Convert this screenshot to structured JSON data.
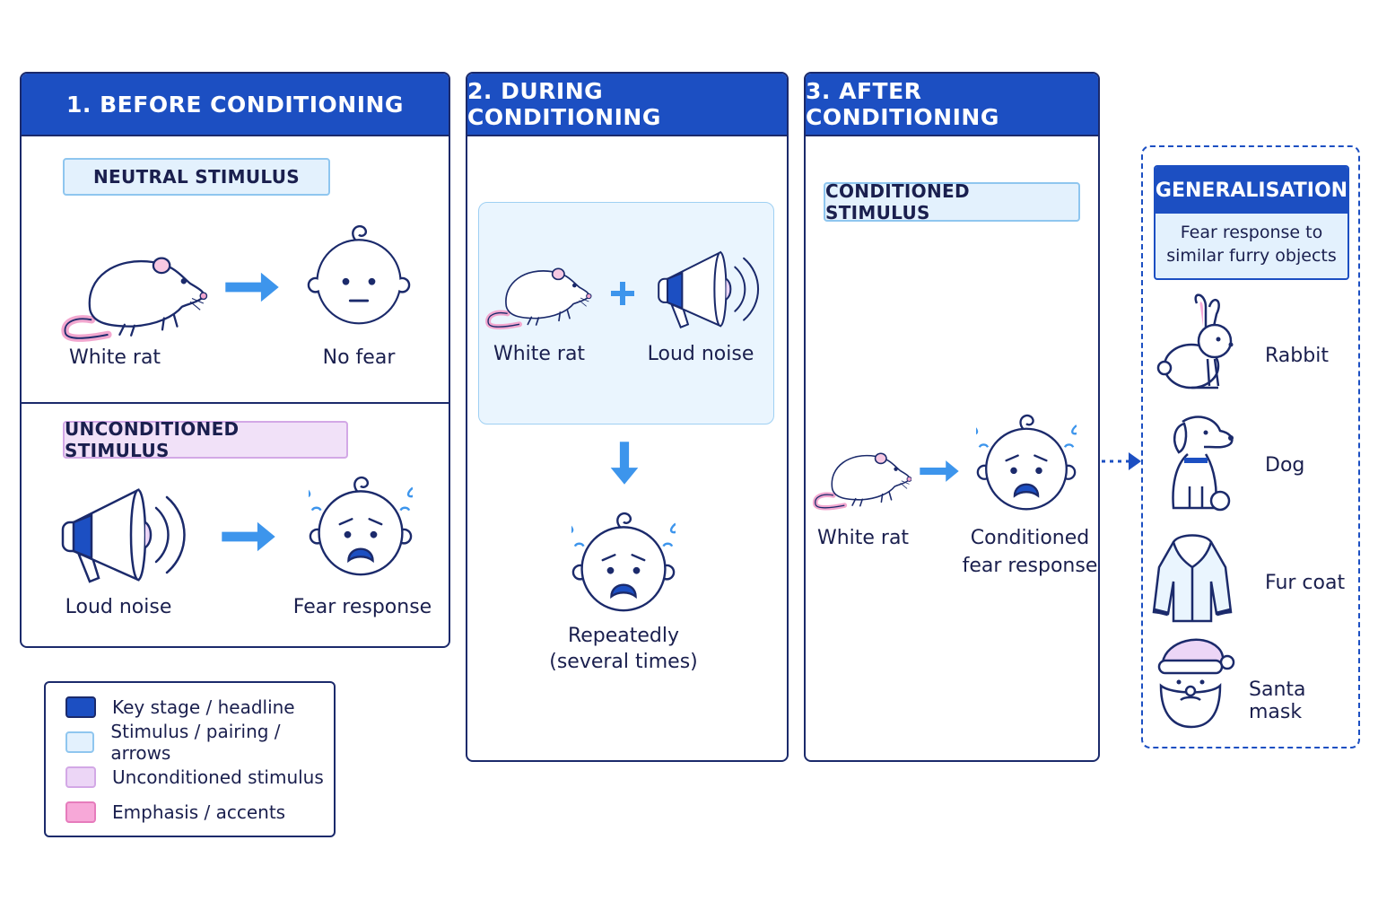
{
  "panels": {
    "before": {
      "title": "1. BEFORE CONDITIONING",
      "neutral_label": "NEUTRAL STIMULUS",
      "rat_label": "White rat",
      "no_fear_label": "No fear",
      "unconditioned_label": "UNCONDITIONED STIMULUS",
      "noise_label": "Loud noise",
      "fear_label": "Fear response"
    },
    "during": {
      "title": "2. DURING CONDITIONING",
      "rat_label": "White rat",
      "noise_label": "Loud noise",
      "repeat_line1": "Repeatedly",
      "repeat_line2": "(several times)"
    },
    "after": {
      "title": "3. AFTER CONDITIONING",
      "conditioned_label": "CONDITIONED STIMULUS",
      "rat_label": "White rat",
      "response_line1": "Conditioned",
      "response_line2": "fear response"
    }
  },
  "generalisation": {
    "title": "GENERALISATION",
    "subtitle_line1": "Fear response to",
    "subtitle_line2": "similar furry objects",
    "items": [
      {
        "label": "Rabbit",
        "icon": "rabbit-icon"
      },
      {
        "label": "Dog",
        "icon": "dog-icon"
      },
      {
        "label": "Fur coat",
        "icon": "fur-coat-icon"
      },
      {
        "label": "Santa mask",
        "icon": "santa-mask-icon"
      }
    ]
  },
  "legend": {
    "items": [
      {
        "label": "Key stage / headline",
        "color": "#1c4fc2"
      },
      {
        "label": "Stimulus / pairing / arrows",
        "color": "#e3f1fd"
      },
      {
        "label": "Unconditioned stimulus",
        "color": "#ecd6f6"
      },
      {
        "label": "Emphasis / accents",
        "color": "#f7a8d8"
      }
    ]
  },
  "colors": {
    "headline": "#1c4fc2",
    "outline": "#1b2a6b",
    "arrow": "#3d95ec",
    "accent_pink": "#f7a8d8",
    "accent_purple": "#ecd6f6"
  }
}
